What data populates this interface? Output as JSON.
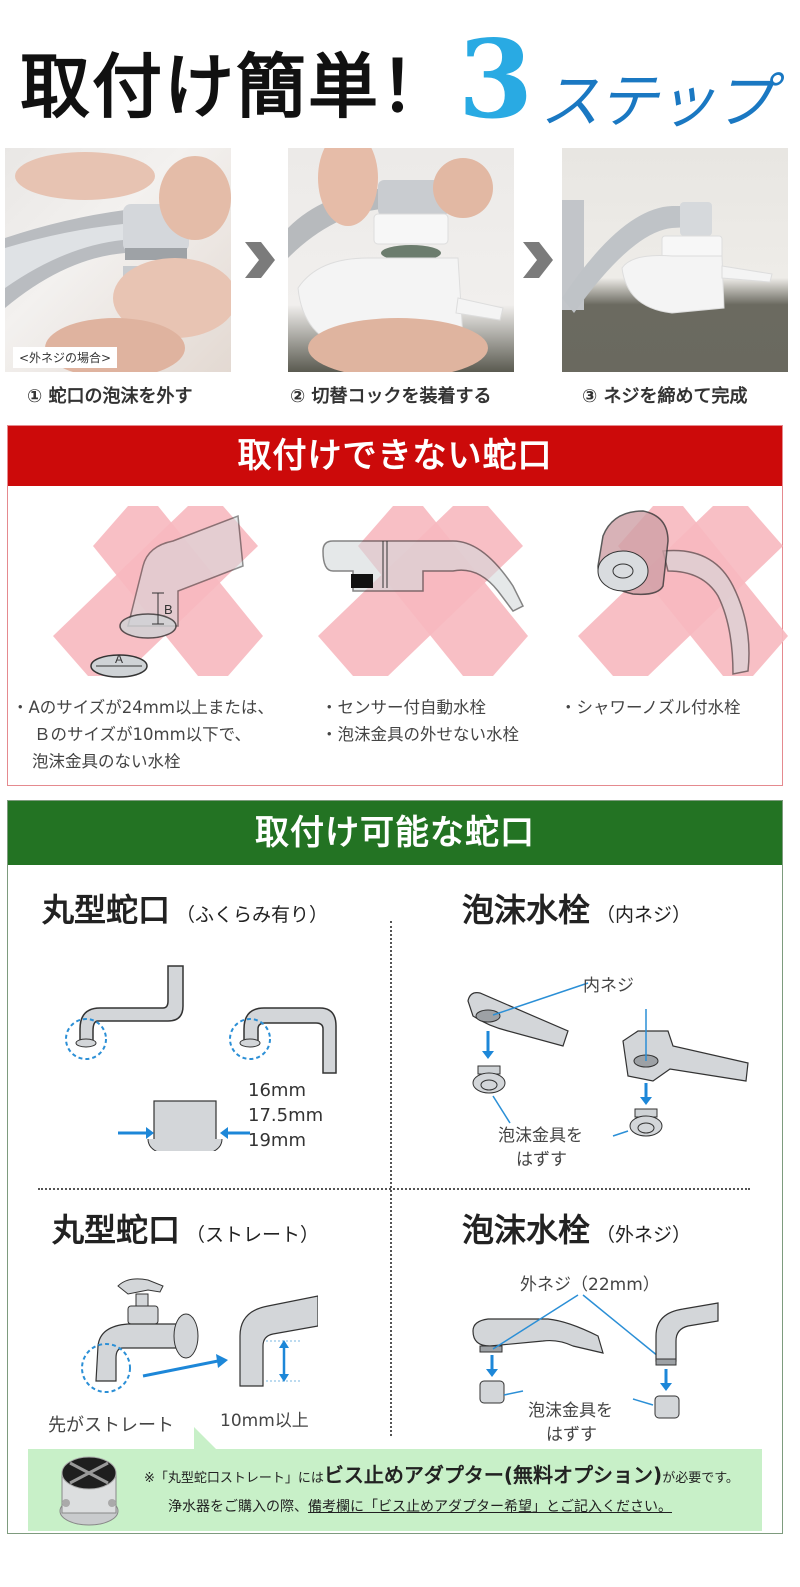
{
  "title": {
    "main": "取付け簡単！",
    "number": "3",
    "steps_word": "ステップ",
    "colors": {
      "number": "#29aae3",
      "steps_word": "#1a78c2"
    }
  },
  "steps": [
    {
      "label": "① 蛇口の泡沫を外す",
      "photo_tag": "<外ネジの場合>",
      "photo": "hand removing aerator from faucet"
    },
    {
      "label": "② 切替コックを装着する",
      "photo": "hands attaching white switch cock"
    },
    {
      "label": "③ ネジを締めて完成",
      "photo": "white switch cock installed on faucet"
    }
  ],
  "ng_section": {
    "header": "取付けできない蛇口",
    "color": "#cc0a0a",
    "items": [
      {
        "illustration": "square faucet with A/B dimensions",
        "dim_a": "A",
        "dim_b": "B",
        "lines": [
          "・Aのサイズが24mm以上または、",
          "Ｂのサイズが10mm以下で、",
          "泡沫金具のない水栓"
        ]
      },
      {
        "illustration": "sensor faucet",
        "lines": [
          "・センサー付自動水栓",
          "・泡沫金具の外せない水栓"
        ]
      },
      {
        "illustration": "shower nozzle faucet",
        "lines": [
          "・シャワーノズル付水栓"
        ]
      }
    ]
  },
  "ok_section": {
    "header": "取付け可能な蛇口",
    "color": "#237323",
    "categories": [
      {
        "title": "丸型蛇口",
        "subtitle": "（ふくらみ有り）",
        "sizes": [
          "16mm",
          "17.5mm",
          "19mm"
        ]
      },
      {
        "title": "泡沫水栓",
        "subtitle": "（内ネジ）",
        "label_thread": "内ネジ",
        "label_remove_1": "泡沫金具を",
        "label_remove_2": "はずす"
      },
      {
        "title": "丸型蛇口",
        "subtitle": "（ストレート）",
        "label_tip": "先がストレート",
        "label_length": "10mm以上"
      },
      {
        "title": "泡沫水栓",
        "subtitle": "（外ネジ）",
        "label_thread": "外ネジ（22mm）",
        "label_remove_1": "泡沫金具を",
        "label_remove_2": "はずす"
      }
    ],
    "note": {
      "line1_prefix": "※「丸型蛇口ストレート」には",
      "line1_emphasis": "ビス止めアダプター(無料オプション)",
      "line1_suffix": "が必要です。",
      "line2_prefix": "浄水器をご購入の際、",
      "line2_underlined": "備考欄に「ビス止めアダプター希望」とご記入ください。",
      "background": "#c8f0c8"
    }
  }
}
